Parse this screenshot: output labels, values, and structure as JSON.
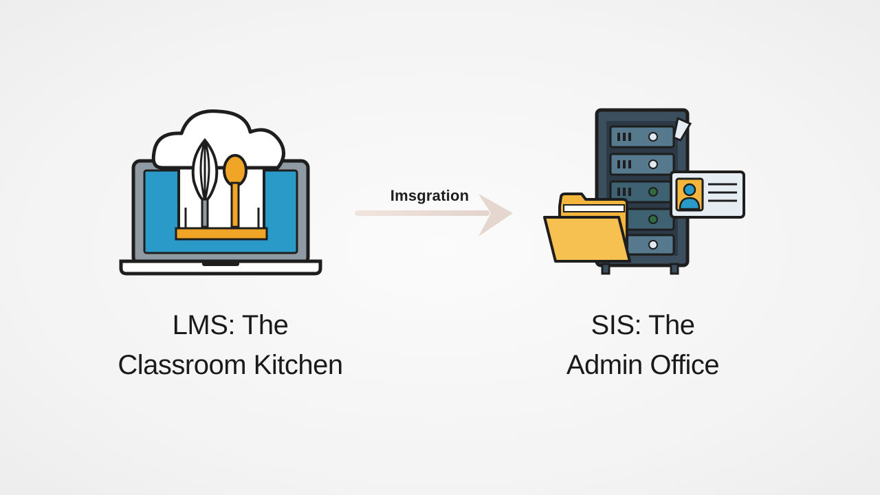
{
  "diagram": {
    "nodes": [
      {
        "id": "lms",
        "title_line1": "LMS: The",
        "title_line2": "Classroom Kitchen",
        "icon": "laptop-cloud-kitchen-icon"
      },
      {
        "id": "sis",
        "title_line1": "SIS: The",
        "title_line2": "Admin Office",
        "icon": "server-folder-idcard-icon"
      }
    ],
    "edge": {
      "label": "Imsgration",
      "direction": "lms-to-sis"
    }
  },
  "colors": {
    "outline": "#1e1e1e",
    "screen_blue": "#2a9ac9",
    "utensil_orange": "#f0a526",
    "folder_yellow": "#f5b63e",
    "server_body": "#3c4f5e",
    "server_panel": "#56798d",
    "id_card": "#e6eef4",
    "arrow_fill": "#e8d8d2"
  }
}
